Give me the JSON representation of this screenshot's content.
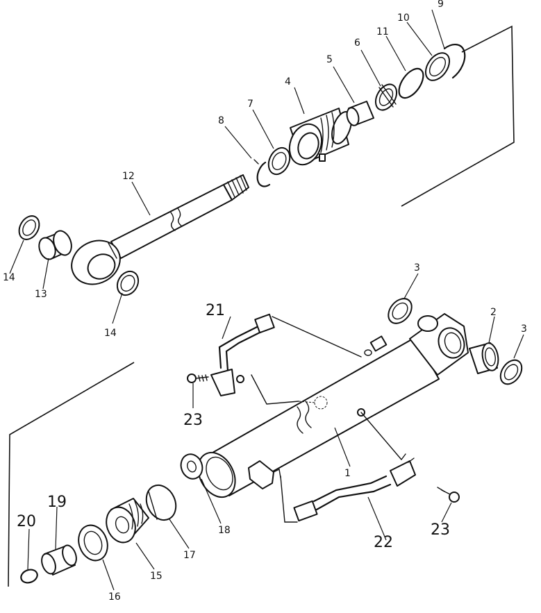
{
  "callouts": {
    "c1": "1",
    "c2": "2",
    "c3a": "3",
    "c3b": "3",
    "c4": "4",
    "c5": "5",
    "c6": "6",
    "c7": "7",
    "c8": "8",
    "c9": "9",
    "c10": "10",
    "c11": "11",
    "c12": "12",
    "c13": "13",
    "c14a": "14",
    "c14b": "14",
    "c15": "15",
    "c16": "16",
    "c17": "17",
    "c18": "18",
    "c19": "19",
    "c20": "20",
    "c21": "21",
    "c22": "22",
    "c23a": "23",
    "c23b": "23"
  }
}
